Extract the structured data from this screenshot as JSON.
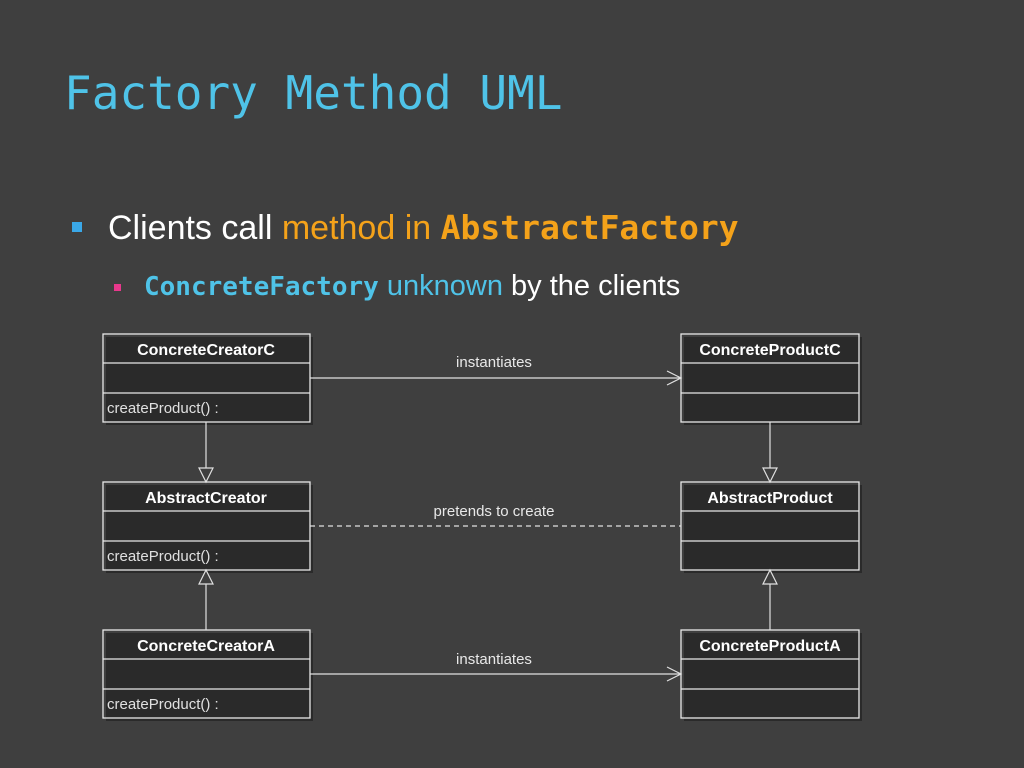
{
  "slide": {
    "title": "Factory Method UML"
  },
  "bullets": [
    {
      "plain": "Clients call",
      "orange": "method in",
      "code": "AbstractFactory"
    },
    {
      "code": "ConcreteFactory",
      "blue": "unknown",
      "plain": "by the clients"
    }
  ],
  "diagram": {
    "classes": {
      "concrete_creator_c": {
        "name": "ConcreteCreatorC",
        "operation": "createProduct() :"
      },
      "abstract_creator": {
        "name": "AbstractCreator",
        "operation": "createProduct() :"
      },
      "concrete_creator_a": {
        "name": "ConcreteCreatorA",
        "operation": "createProduct() :"
      },
      "concrete_product_c": {
        "name": "ConcreteProductC"
      },
      "abstract_product": {
        "name": "AbstractProduct"
      },
      "concrete_product_a": {
        "name": "ConcreteProductA"
      }
    },
    "relations": {
      "instantiates_c": "instantiates",
      "pretends": "pretends to create",
      "instantiates_a": "instantiates"
    }
  },
  "colors": {
    "background": "#3f3f3f",
    "title": "#4fc3e8",
    "accent_orange": "#f4a21a",
    "bullet_l1": "#3aa8e8",
    "bullet_l2": "#e8388c"
  }
}
